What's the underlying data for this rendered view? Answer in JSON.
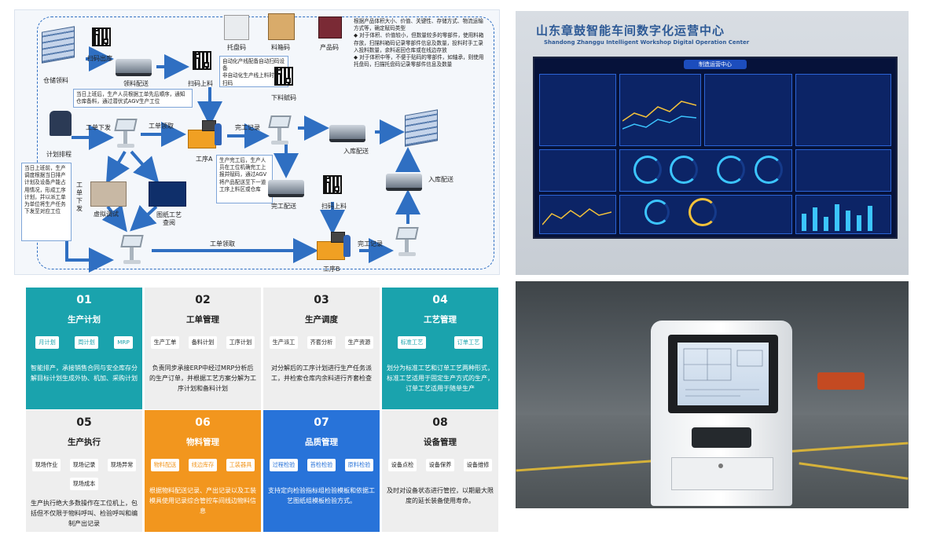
{
  "flow": {
    "nodes": {
      "warehouse": "仓储领料",
      "scan_out": "扫码出库",
      "pick_delivery": "领料配送",
      "scan_load": "扫码上料",
      "pallet_code": "托盘码",
      "box_code": "料箱码",
      "product_code": "产品码",
      "unload_code": "下料赋码",
      "plan": "计划排程",
      "order_issue_1": "工单下发",
      "order_take_1": "工单领取",
      "station_a": "工序A",
      "finish_record_1": "完工记录",
      "inbound_delivery_1": "入库配送",
      "finish_delivery": "完工配送",
      "scan_load_2": "扫码上料",
      "inbound_delivery_2": "入库配送",
      "virtual_debug": "虚拟调试",
      "drawing_query": "图纸工艺\n查阅",
      "order_issue_2": "工\n单\n下\n发",
      "order_take_2": "工单领取",
      "finish_record_2": "完工记录",
      "station_b": "工序B"
    },
    "notes": {
      "material_rules": "根据产品体积大小、价值、关键性、存储方式、物流运输方式等，确定赋码类型\n◆ 对于体积、价值较小，但数量较多的零部件，使用料箱存放，扫描料箱码记录零部件信息及数量，投料时手工录入投料数量，余料返回仓库或在线边存放\n◆ 对于体积中等，不便于贴码的零部件，如轴承，则使用托盘码，扫描托盘码记录零部件信息及数量",
      "shift_start": "当日上班后，生产人员根据工单先后顺序，通知仓库备料，通过潜伏式AGV生产工位",
      "auto_line": "自动化产线配备自动扫码设备\n非自动化生产线上料时人工扫码",
      "finish_note": "生产完工后，生产人员在工位机确完工上报并赋码，通过AGV将产品配送至下一道工序上料区或仓库",
      "before_work": "当日上班前，生产调度根据当日排产计划及设备产能占用情况，形成工序计划，并以派工单为单位将生产任务下发至对应工位"
    }
  },
  "dashboard_photo": {
    "title": "山东章鼓智能车间数字化运营中心",
    "subtitle": "Shandong Zhanggu Intelligent Workshop Digital Operation Center",
    "screen_header": "制造运营中心"
  },
  "modules": [
    {
      "num": "01",
      "title": "生产计划",
      "tags": [
        "月计划",
        "周计划",
        "MRP"
      ],
      "desc": "智能排产，承接销售合同与安全库存分解目标计划生成外协、机加、采购计划"
    },
    {
      "num": "02",
      "title": "工单管理",
      "tags": [
        "生产工单",
        "备料计划",
        "工序计划"
      ],
      "desc": "负责同步承接ERP中经过MRP分析后的生产订单，并根据工艺方案分解为工序计划和备料计划"
    },
    {
      "num": "03",
      "title": "生产调度",
      "tags": [
        "生产派工",
        "齐套分析",
        "生产资源"
      ],
      "desc": "对分解后的工序计划进行生产任务派工，并检索仓库内余料进行齐套检查"
    },
    {
      "num": "04",
      "title": "工艺管理",
      "tags": [
        "标准工艺",
        "订单工艺"
      ],
      "desc": "划分为标准工艺和订单工艺两种形式，标准工艺适用于固定生产方式的生产，订单工艺适用于随单生产"
    },
    {
      "num": "05",
      "title": "生产执行",
      "tags": [
        "现场作业",
        "现场记录",
        "现场异常",
        "现场成本"
      ],
      "desc": "生产执行绝大多数操作在工位机上，包括但不仅限于物料呼叫、检验呼叫和编制产出记录"
    },
    {
      "num": "06",
      "title": "物料管理",
      "tags": [
        "物料配送",
        "线边库存",
        "工装器具"
      ],
      "desc": "根据物料配送记录、产出记录以及工装模具使用记录综合管控车间线边物料信息"
    },
    {
      "num": "07",
      "title": "品质管理",
      "tags": [
        "过程检验",
        "首检检验",
        "原料检验"
      ],
      "desc": "支持定向检验指标组检验模板和依据工艺图纸组模板检验方式。"
    },
    {
      "num": "08",
      "title": "设备管理",
      "tags": [
        "设备点检",
        "设备保养",
        "设备维修"
      ],
      "desc": "及时对设备状态进行管控，以期最大限度的延长装备使用寿命。"
    }
  ],
  "colors": {
    "teal": "#1aa3ad",
    "orange": "#f2961e",
    "blue": "#2873d9",
    "light": "#eeeeee",
    "flow_blue": "#2f6fc2"
  }
}
